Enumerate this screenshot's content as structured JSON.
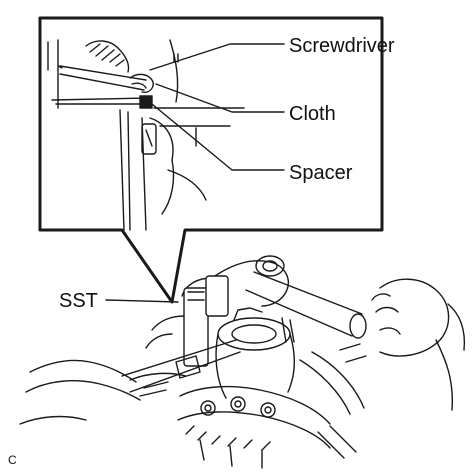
{
  "labels": {
    "screwdriver": "Screwdriver",
    "cloth": "Cloth",
    "spacer": "Spacer",
    "sst": "SST",
    "figure_code": "C"
  },
  "colors": {
    "line": "#1a1a1a",
    "background": "#ffffff"
  }
}
